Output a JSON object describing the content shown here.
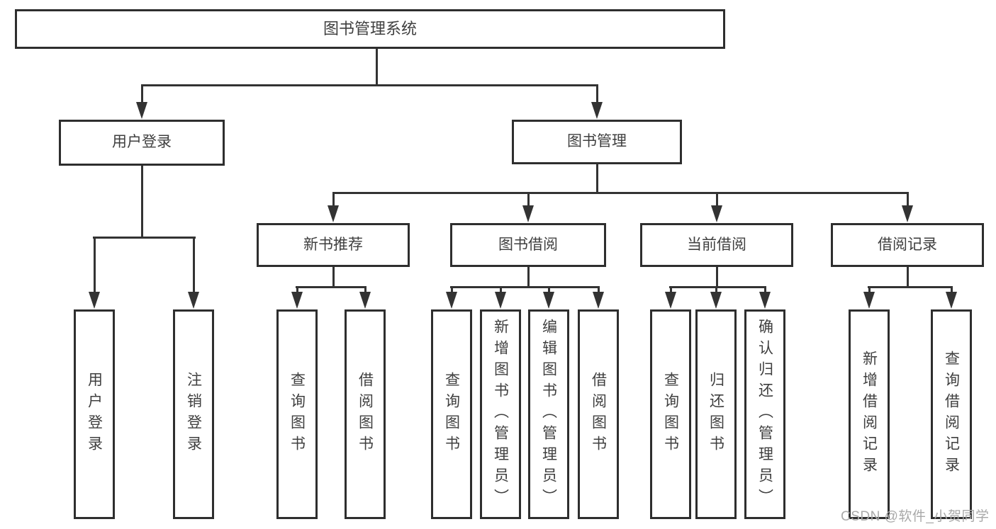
{
  "watermark": "CSDN @软件_小贺同学",
  "colors": {
    "background": "#ffffff",
    "box_border": "#2e2e2e",
    "connector_line": "#333333",
    "text": "#3f3f3f",
    "watermark_text": "#a9a9a9"
  },
  "tree": {
    "root": {
      "label": "图书管理系统"
    },
    "branches": [
      {
        "label": "用户登录",
        "children": [
          {
            "label": "用户登录"
          },
          {
            "label": "注销登录"
          }
        ]
      },
      {
        "label": "图书管理",
        "children": [
          {
            "label": "新书推荐",
            "children": [
              {
                "label": "查询图书"
              },
              {
                "label": "借阅图书"
              }
            ]
          },
          {
            "label": "图书借阅",
            "children": [
              {
                "label": "查询图书"
              },
              {
                "label": "新增图书（管理员）"
              },
              {
                "label": "编辑图书（管理员）"
              },
              {
                "label": "借阅图书"
              }
            ]
          },
          {
            "label": "当前借阅",
            "children": [
              {
                "label": "查询图书"
              },
              {
                "label": "归还图书"
              },
              {
                "label": "确认归还（管理员）"
              }
            ]
          },
          {
            "label": "借阅记录",
            "children": [
              {
                "label": "新增借阅记录"
              },
              {
                "label": "查询借阅记录"
              }
            ]
          }
        ]
      }
    ]
  }
}
